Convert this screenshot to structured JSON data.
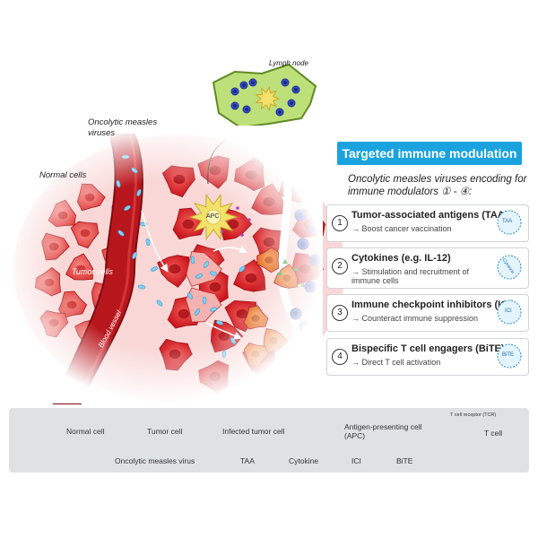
{
  "labels": {
    "lymph_node": "Lymph node",
    "omv": "Oncolytic measles viruses",
    "normal_cells": "Normal cells",
    "tumor_cells": "Tumor cells",
    "blood_vessel": "Blood vessel",
    "apc": "APC"
  },
  "panel": {
    "title": "Targeted immune modulation",
    "subtitle_line1": "Oncolytic measles viruses encoding for",
    "subtitle_line2": "immune modulators ① - ④:",
    "items": [
      {
        "num": "1",
        "title": "Tumor-associated antigens (TAA)",
        "desc": "→ Boost cancer vaccination",
        "badge": "TAA"
      },
      {
        "num": "2",
        "title": "Cytokines (e.g. IL-12)",
        "desc": "→ Stimulation and recruitment of immune cells",
        "badge": "Cytokine"
      },
      {
        "num": "3",
        "title": "Immune checkpoint inhibitors (ICI)",
        "desc": "→ Counteract immune suppression",
        "badge": "ICI"
      },
      {
        "num": "4",
        "title": "Bispecific T cell engagers (BiTE)",
        "desc": "→ Direct T cell activation",
        "badge": "BiTE"
      }
    ]
  },
  "legend": {
    "normal_cell": "Normal cell",
    "tumor_cell": "Tumor cell",
    "infected_tumor_cell": "Infected tumor cell",
    "apc_line1": "Antigen-presenting cell",
    "apc_line2": "(APC)",
    "tcr": "T cell receptor (TCR)",
    "t_cell": "T cell",
    "omv": "Oncolytic measles virus",
    "taa": "TAA",
    "cytokine": "Cytokine",
    "ici": "ICI",
    "bite": "BiTE"
  },
  "colors": {
    "accent": "#1aa3df",
    "tumor_red": "#e2252b",
    "normal_pink": "#ef6b6b",
    "infected_orange": "#f07a2e",
    "apc_yellow": "#f2e16b",
    "t_cell_blue": "#1d2c8f",
    "lymph_green": "#b9dc6a",
    "virus_blue": "#7fd0f2",
    "taa_purple": "#b23aa5",
    "cytokine_green": "#3fae49"
  }
}
